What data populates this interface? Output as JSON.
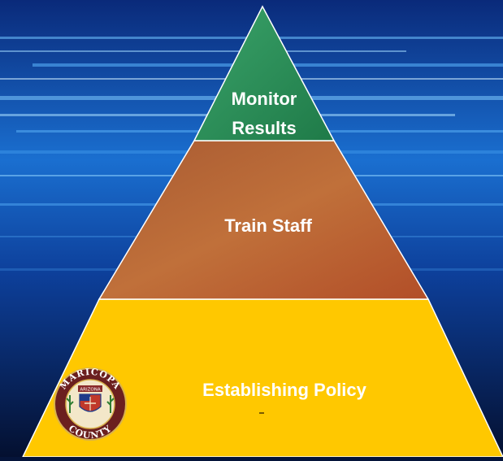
{
  "diagram": {
    "type": "pyramid",
    "tiers": [
      {
        "name": "top",
        "label_lines": [
          "Monitor",
          "Results"
        ],
        "color": "#2e8b57"
      },
      {
        "name": "middle",
        "label": "Train Staff",
        "color": "#b85a2a"
      },
      {
        "name": "base",
        "label": "Establishing Policy",
        "color": "#ffc800"
      }
    ]
  },
  "seal": {
    "icon": "maricopa-county-seal-icon",
    "text_top": "MARICOPA",
    "text_bottom": "COUNTY",
    "text_banner": "ARIZONA"
  },
  "colors": {
    "background_dark": "#05143a",
    "background_light": "#2a8fe0",
    "tier_border": "#ffffff",
    "label_text": "#ffffff"
  }
}
